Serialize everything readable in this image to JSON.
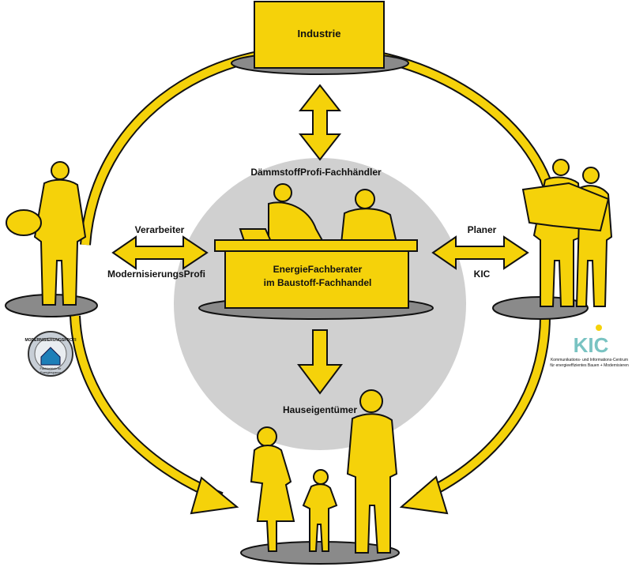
{
  "colors": {
    "yellow": "#f5d20a",
    "outline": "#111111",
    "grey": "#cfcfcf",
    "platform": "#8a8a8a"
  },
  "nodes": {
    "industrie": "Industrie",
    "center_title": "DämmstoffProfi-Fachhändler",
    "desk_line1": "EnergieFachberater",
    "desk_line2": "im Baustoff-Fachhandel",
    "left_top": "Verarbeiter",
    "left_bottom": "ModernisierungsProfi",
    "right_top": "Planer",
    "right_bottom": "KIC",
    "bottom": "Hauseigentümer"
  },
  "logos": {
    "modprofi_ring": "MODERNISIERUNGSPROFI",
    "modprofi_line1": "Fachbetrieb für",
    "modprofi_line2": "Energiesparen",
    "kic_mark": "KIC",
    "kic_line1": "Kommunikations- und Informations-Centrum",
    "kic_line2": "für energieeffizientes Bauen + Modernisieren"
  },
  "icons": [
    "double-arrow-icon",
    "down-arrow-icon",
    "curved-arrow-icon",
    "person-silhouette-icon",
    "house-icon"
  ]
}
